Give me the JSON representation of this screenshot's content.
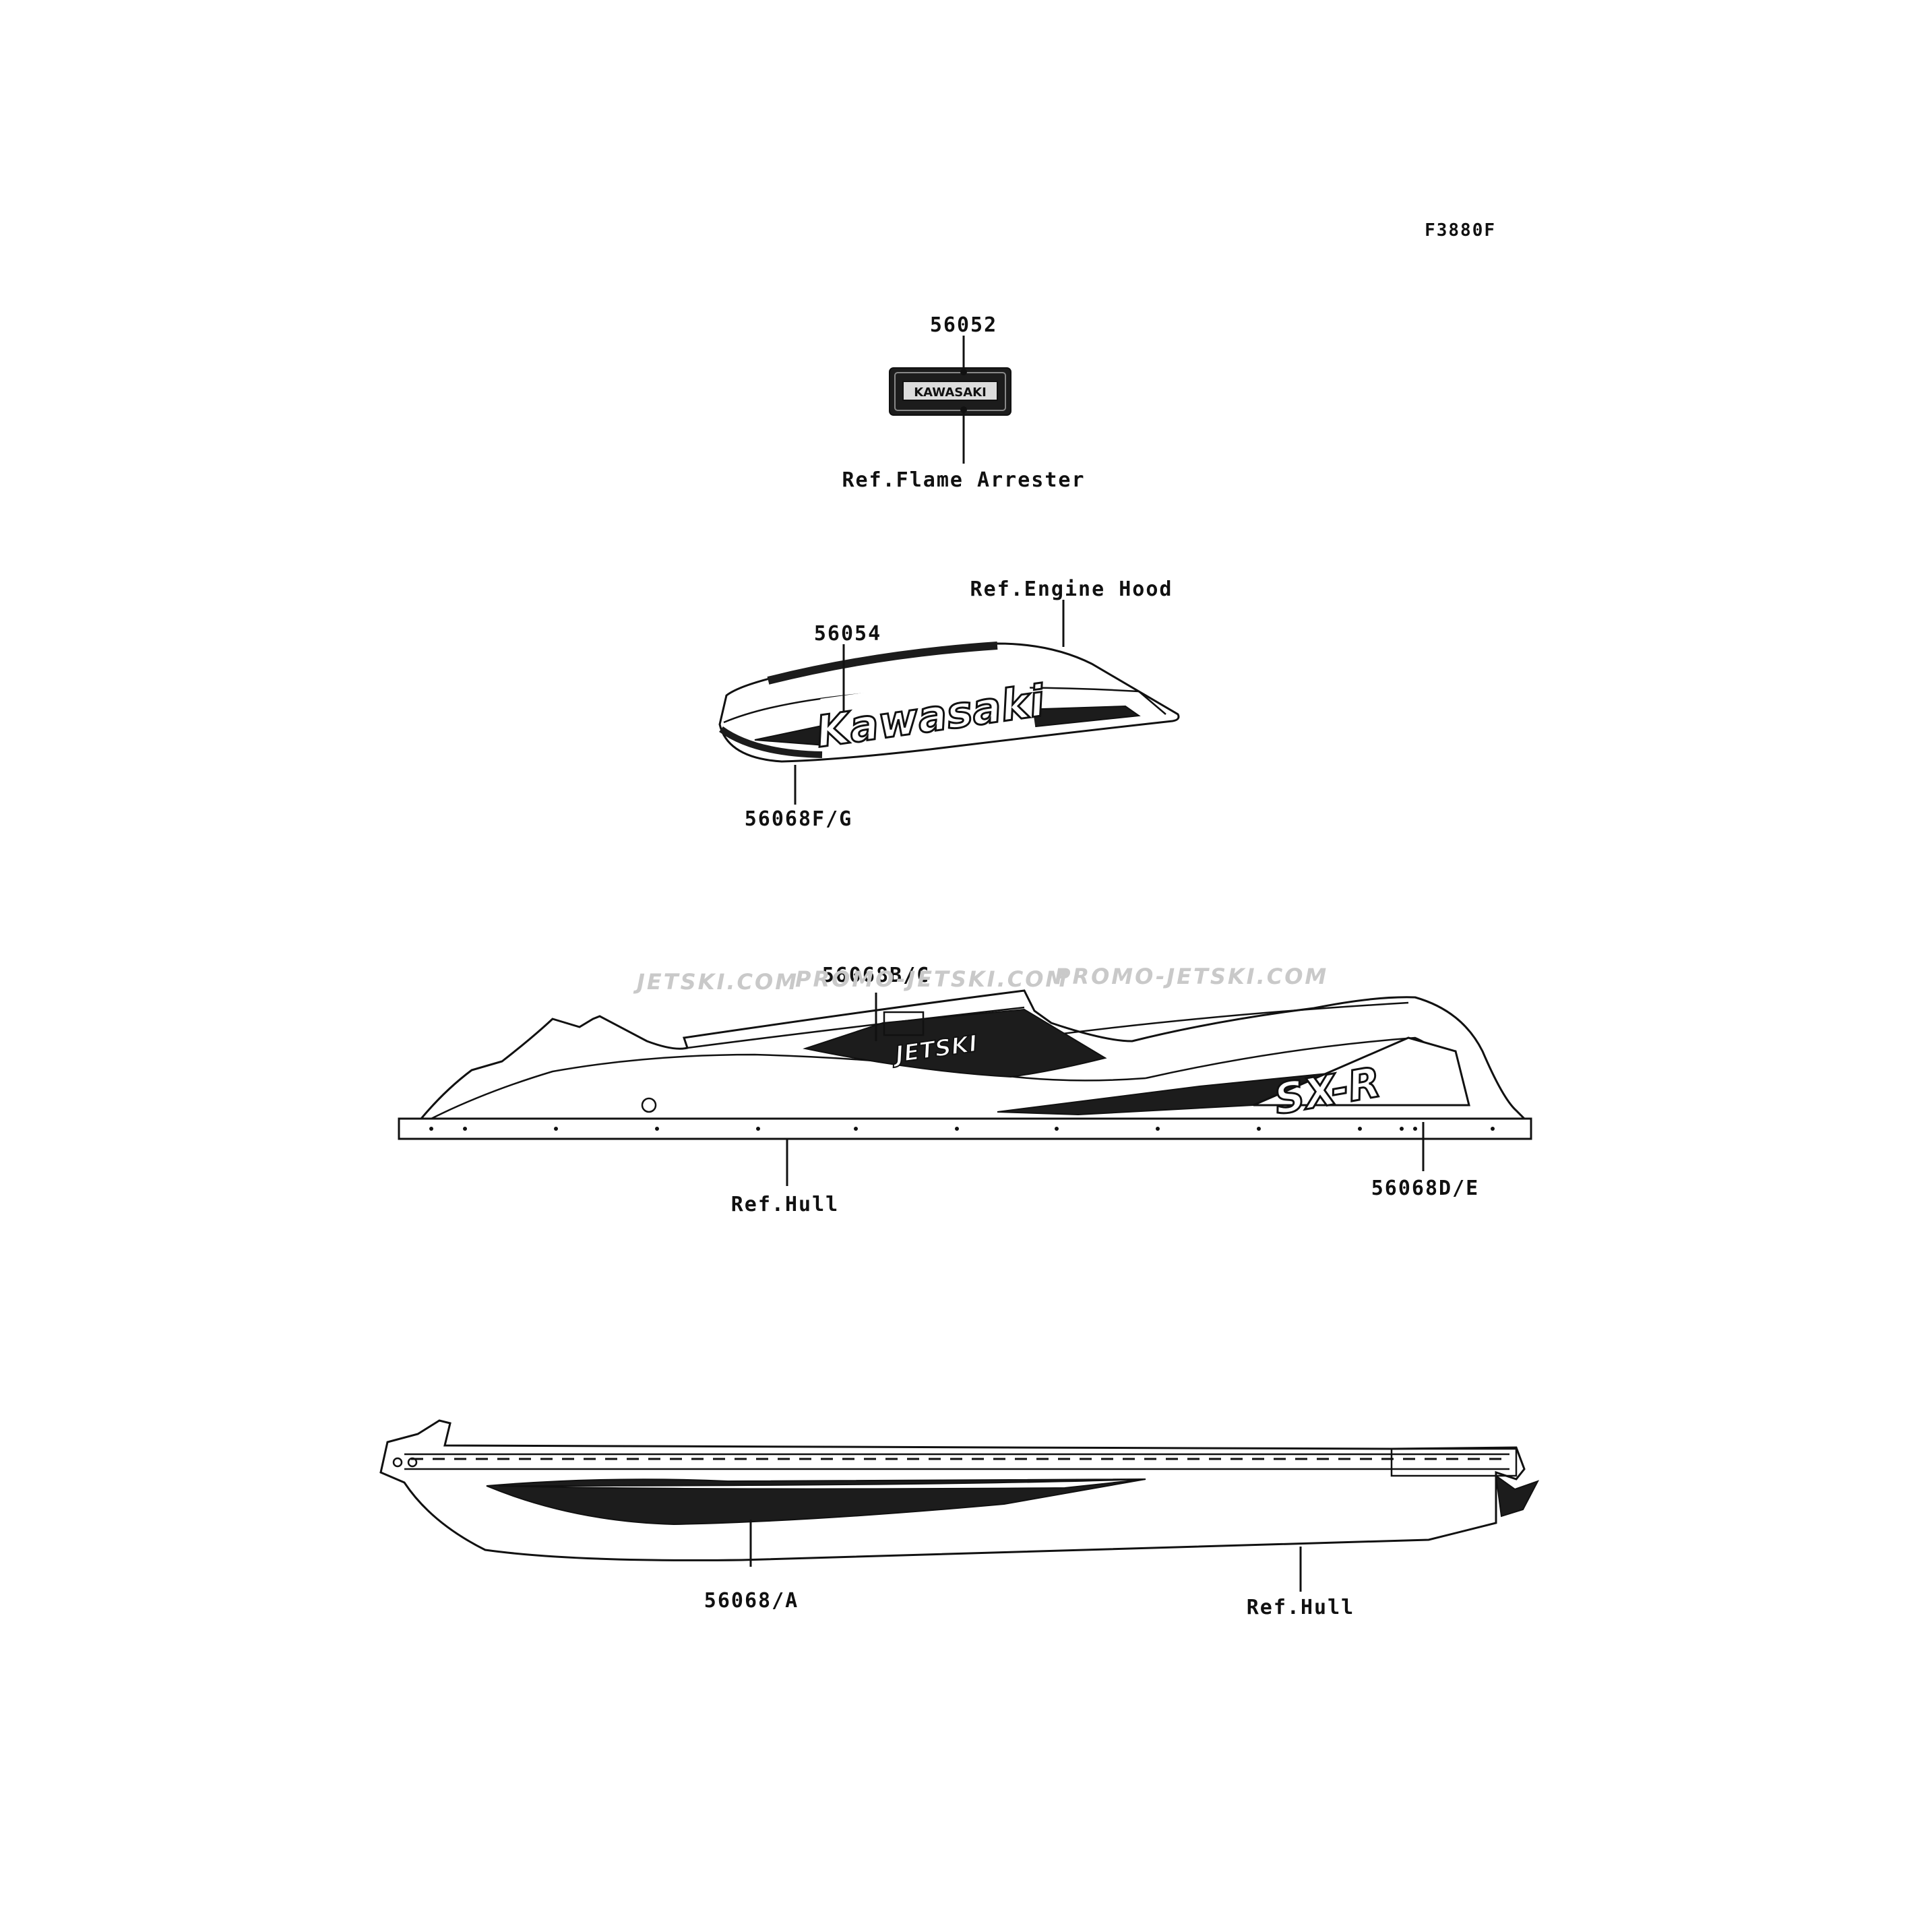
{
  "figure_code": "F3880F",
  "watermarks": [
    "JETSKI.COM",
    "PROMO-JETSKI.COM",
    "PROMO-JETSKI.COM"
  ],
  "emblem_text": "KAWASAKI",
  "hood_logo_text": "Kawasaki",
  "side_logo_text": "JETSKI",
  "model_logo_text": "SX-R",
  "callouts": {
    "p56052": "56052",
    "ref_flame_arrester": "Ref.Flame Arrester",
    "ref_engine_hood": "Ref.Engine Hood",
    "p56054": "56054",
    "p56068fg": "56068F/G",
    "p56068bc": "56068B/C",
    "ref_hull_1": "Ref.Hull",
    "p56068de": "56068D/E",
    "p56068a": "56068/A",
    "ref_hull_2": "Ref.Hull"
  }
}
